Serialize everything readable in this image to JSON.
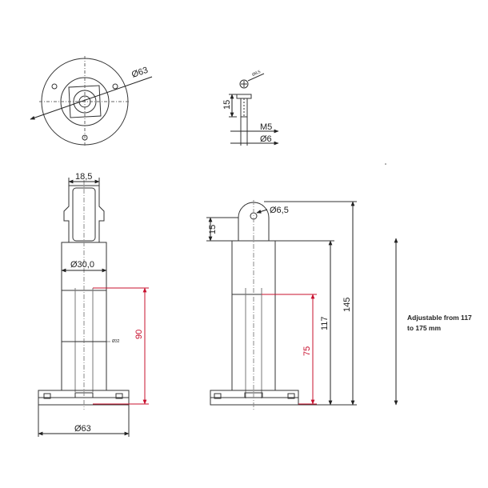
{
  "colors": {
    "line": "#333333",
    "dimension": "#222222",
    "highlight": "#c8102e"
  },
  "top_view": {
    "diameter_label": "Ø63"
  },
  "screw_detail": {
    "head_label": "Ø8,5",
    "height_label": "15",
    "thread_label": "M5",
    "shank_label": "Ø6"
  },
  "front_view": {
    "width_top_label": "18,5",
    "body_label": "Ø30,0",
    "tube_label": "Ø32",
    "thread_length_label": "90",
    "base_label": "Ø63"
  },
  "side_view": {
    "hole_label": "Ø6,5",
    "top_label": "15",
    "thread_length_label": "75",
    "body_height_label": "117",
    "total_height_label": "145"
  },
  "note": {
    "line1": "Adjustable from 117",
    "line2": "to 175 mm"
  }
}
